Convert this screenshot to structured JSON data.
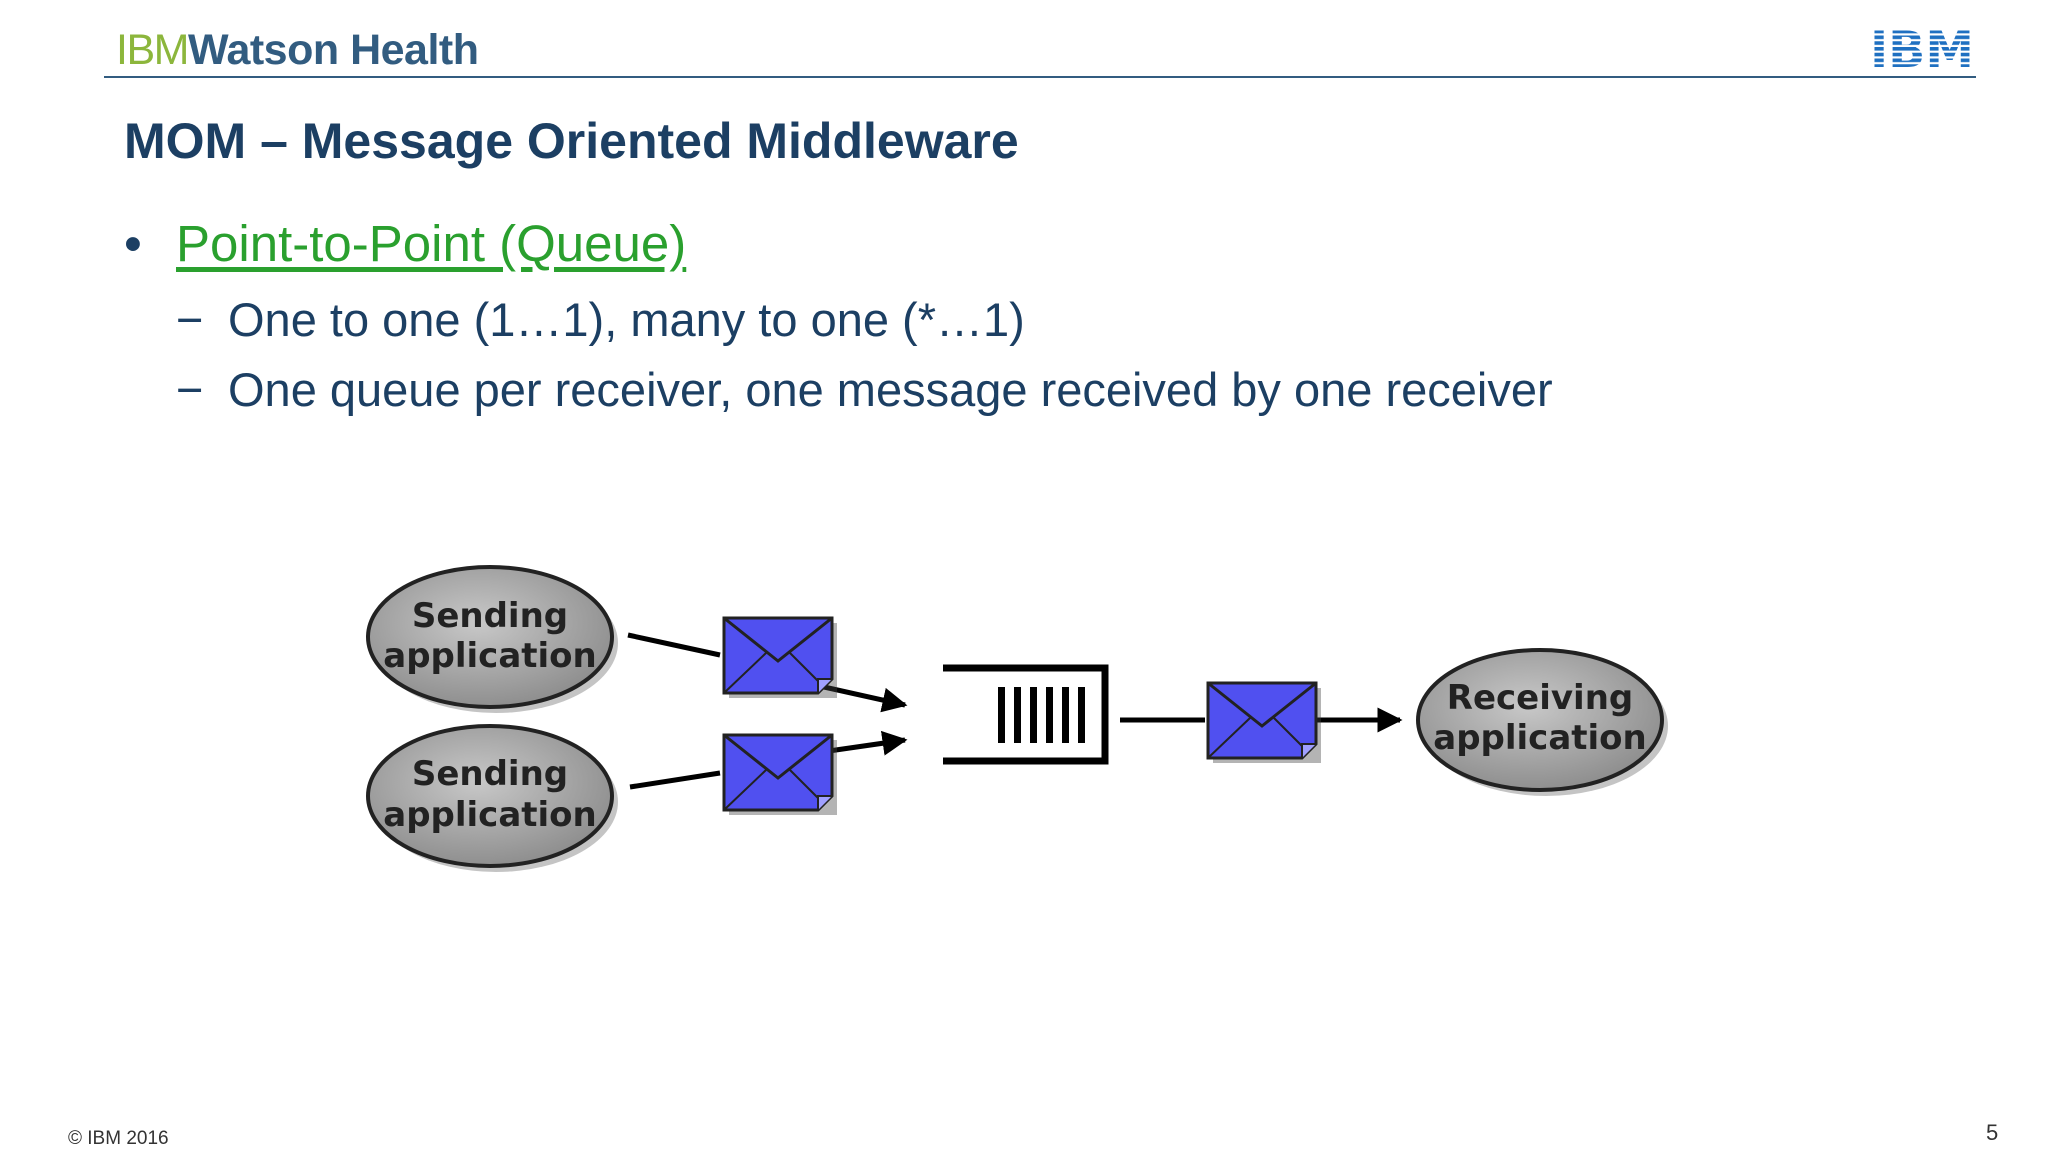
{
  "header": {
    "brand_prefix": "IBM",
    "brand_name": "Watson Health",
    "logo_text": "IBM"
  },
  "slide": {
    "title": "MOM – Message Oriented Middleware",
    "bullet": {
      "marker": "•",
      "text": "Point-to-Point (Queue)"
    },
    "sub_bullets": [
      {
        "marker": "−",
        "text": "One to one (1…1), many to one (*…1)"
      },
      {
        "marker": "−",
        "text": "One queue per receiver, one message received by one receiver"
      }
    ]
  },
  "diagram": {
    "senders": [
      {
        "line1": "Sending",
        "line2": "application"
      },
      {
        "line1": "Sending",
        "line2": "application"
      }
    ],
    "receiver": {
      "line1": "Receiving",
      "line2": "application"
    },
    "colors": {
      "envelope": "#5050f0",
      "ellipse": "#a9a9a9",
      "queue": "#000000"
    }
  },
  "footer": {
    "copyright": "© IBM 2016",
    "page_number": "5"
  }
}
